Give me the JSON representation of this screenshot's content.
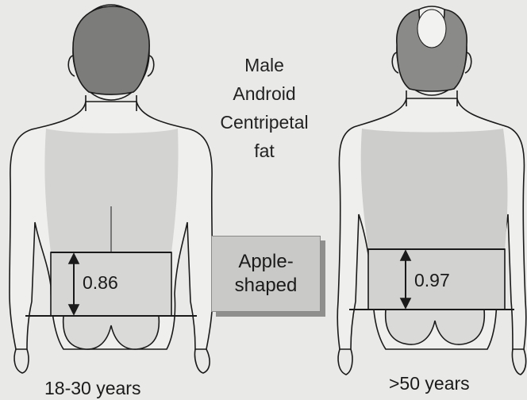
{
  "title_lines": [
    "Male",
    "Android",
    "Centripetal",
    "fat"
  ],
  "shape_label_lines": [
    "Apple-",
    "shaped"
  ],
  "young": {
    "age_label": "18-30 years",
    "waist_hip_ratio": "0.86"
  },
  "old": {
    "age_label": ">50 years",
    "waist_hip_ratio": "0.97"
  },
  "colors": {
    "background": "#e9e9e7",
    "skin_outline": "#1a1a1a",
    "fat_shading": "#cfcfcd",
    "hair": "#7a7a78",
    "box_fill": "#c9c9c7"
  }
}
